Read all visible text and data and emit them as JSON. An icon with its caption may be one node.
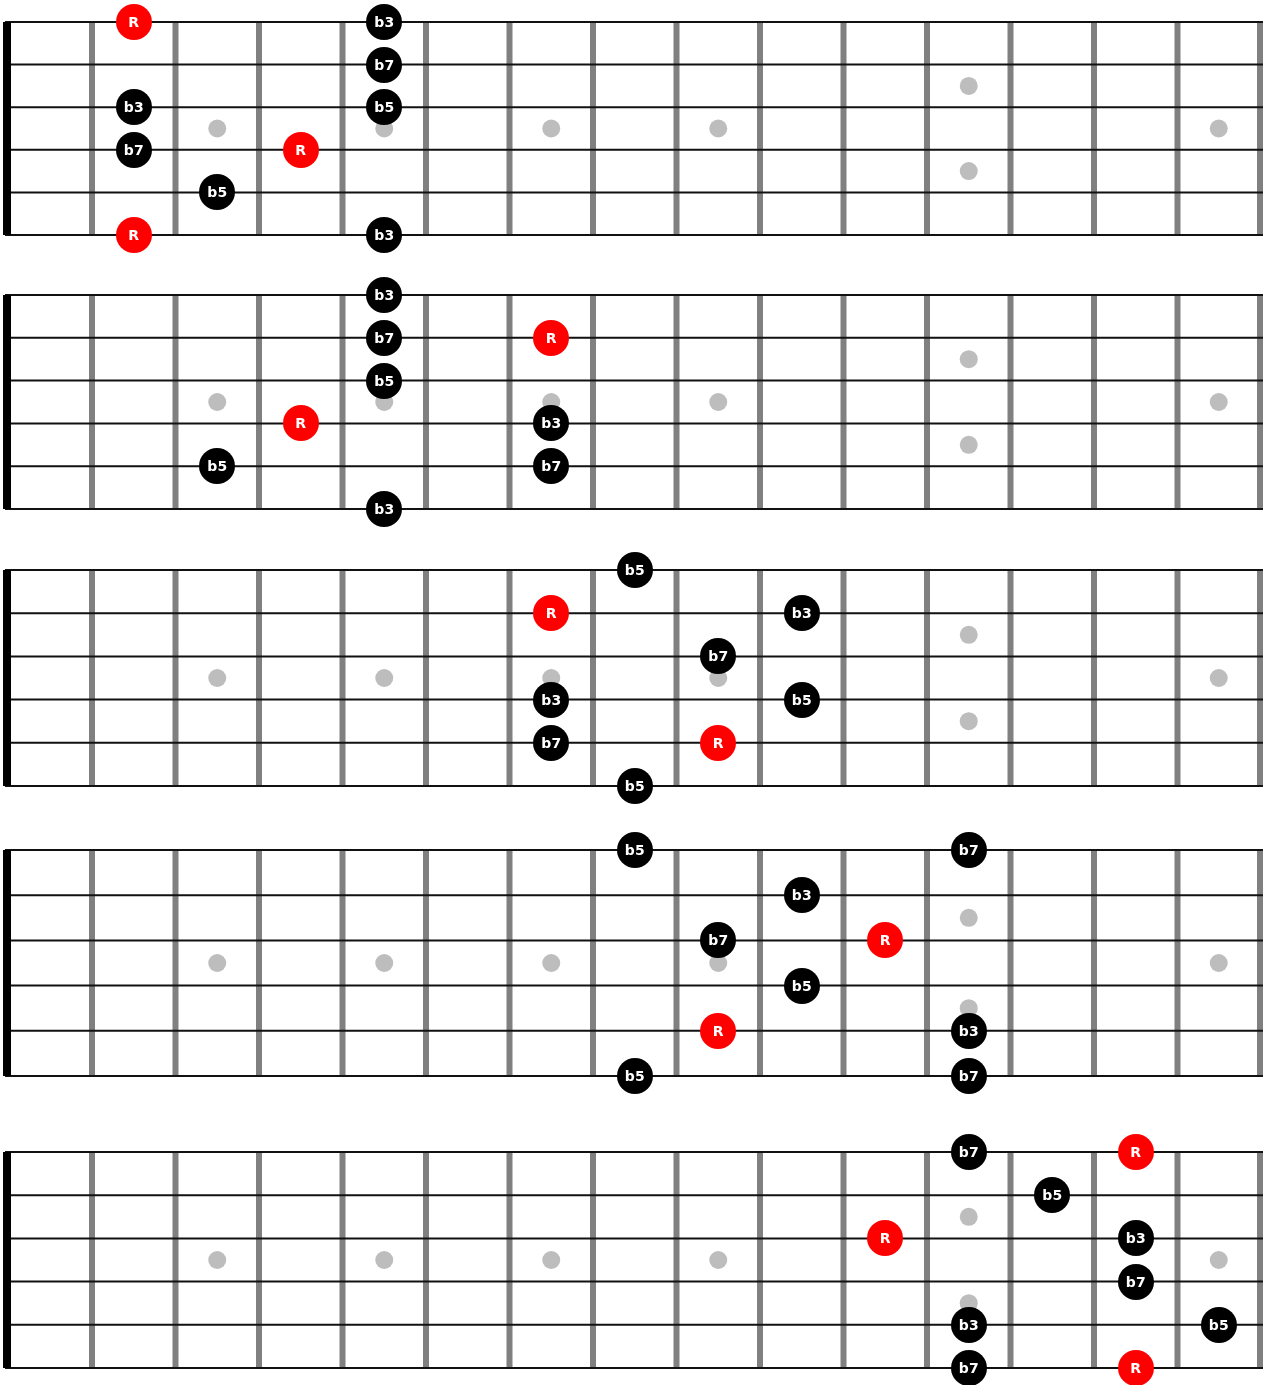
{
  "diagram": {
    "nodes": [
      {
        "text": [
          "R"
        ]
      },
      {
        "text": [
          "b3"
        ]
      },
      {
        "text": [
          "b7"
        ]
      },
      {
        "text": [
          "b3"
        ]
      },
      {
        "text": [
          "b5"
        ]
      },
      {
        "text": [
          "b7"
        ]
      },
      {
        "text": [
          "R"
        ]
      },
      {
        "text": [
          "b5"
        ]
      },
      {
        "text": [
          "R"
        ]
      },
      {
        "text": [
          "b3"
        ]
      },
      {
        "text": [
          "b3"
        ]
      },
      {
        "text": [
          "b7"
        ]
      },
      {
        "text": [
          "R"
        ]
      },
      {
        "text": [
          "b5"
        ]
      },
      {
        "text": [
          "R"
        ]
      },
      {
        "text": [
          "b3"
        ]
      },
      {
        "text": [
          "b5"
        ]
      },
      {
        "text": [
          "b7"
        ]
      },
      {
        "text": [
          "b3"
        ]
      },
      {
        "text": [
          "b5"
        ]
      },
      {
        "text": [
          "R"
        ]
      },
      {
        "text": [
          "b3"
        ]
      },
      {
        "text": [
          "b7"
        ]
      },
      {
        "text": [
          "b3"
        ]
      },
      {
        "text": [
          "b5"
        ]
      },
      {
        "text": [
          "b7"
        ]
      },
      {
        "text": [
          "R"
        ]
      },
      {
        "text": [
          "b5"
        ]
      },
      {
        "text": [
          "b5"
        ]
      },
      {
        "text": [
          "b7"
        ]
      },
      {
        "text": [
          "b3"
        ]
      },
      {
        "text": [
          "b7"
        ]
      },
      {
        "text": [
          "R"
        ]
      },
      {
        "text": [
          "b5"
        ]
      },
      {
        "text": [
          "R"
        ]
      },
      {
        "text": [
          "b3"
        ]
      },
      {
        "text": [
          "b5"
        ]
      },
      {
        "text": [
          "b7"
        ]
      },
      {
        "text": [
          "b7"
        ]
      },
      {
        "text": [
          "R"
        ]
      },
      {
        "text": [
          "b5"
        ]
      },
      {
        "text": [
          "R"
        ]
      },
      {
        "text": [
          "b3"
        ]
      },
      {
        "text": [
          "b7"
        ]
      },
      {
        "text": [
          "b3"
        ]
      },
      {
        "text": [
          "b5"
        ]
      },
      {
        "text": [
          "b7"
        ]
      },
      {
        "text": [
          "R"
        ]
      }
    ]
  }
}
